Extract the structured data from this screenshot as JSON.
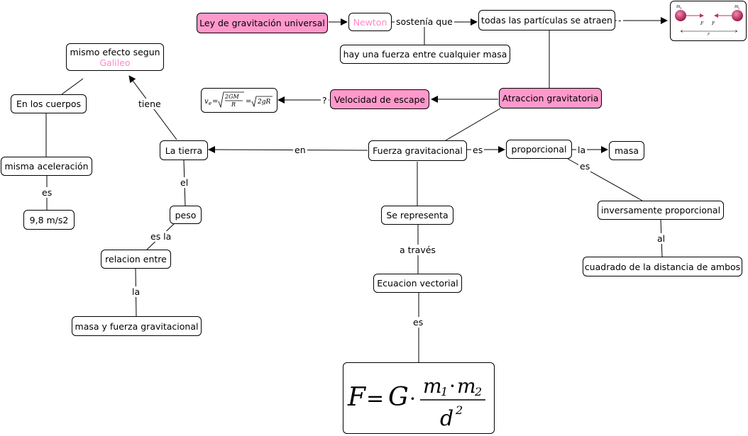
{
  "nodes": {
    "ley": "Ley de gravitación universal",
    "newton": "Newton",
    "todas": "todas las partículas se atraen",
    "hay": "hay una fuerza entre cualquier masa",
    "mismo_line1": "mismo efecto segun",
    "mismo_line2": "Galileo",
    "cuerpos": "En los cuerpos",
    "aceleracion": "misma aceleración",
    "valor": "9,8 m/s2",
    "tierra": "La tierra",
    "peso": "peso",
    "relacion": "relacion entre",
    "masa_fuerza": "masa y fuerza gravitacional",
    "velocidad": "Velocidad de escape",
    "atraccion": "Atraccion gravitatoria",
    "fuerza": "Fuerza gravitacional",
    "proporcional": "proporcional",
    "masa": "masa",
    "inversamente": "inversamente proporcional",
    "cuadrado": "cuadrado de la distancia de ambos",
    "representa": "Se representa",
    "ecuacion": "Ecuacion vectorial"
  },
  "labels": {
    "sostenia": "sostenía que",
    "dash1": "-",
    "tiene": "tiene",
    "es1": "es",
    "en": "en",
    "el": "el",
    "es_la": "es la",
    "la1": "la",
    "q": "?",
    "es2": "es",
    "la2": "la",
    "es3": "es",
    "al": "al",
    "a_traves": "a través",
    "es4": "es"
  },
  "formulas": {
    "escape_lhs": "v",
    "escape_sub": "e",
    "escape_num": "2GM",
    "escape_den": "R",
    "escape_rhs": "2gR",
    "big_F": "F",
    "big_G": "G",
    "big_num_m1": "m",
    "big_num_sub1": "1",
    "big_num_m2": "m",
    "big_num_sub2": "2",
    "big_den": "d",
    "big_den_exp": "2"
  },
  "physics_image": {
    "m1": "m",
    "m1_sub": "1",
    "m2": "m",
    "m2_sub": "2",
    "f1": "F",
    "f2": "F",
    "r": "r"
  },
  "colors": {
    "pink_node": "#ff99cc",
    "pink_text": "#ff88c8",
    "ball": "#c0306a"
  }
}
